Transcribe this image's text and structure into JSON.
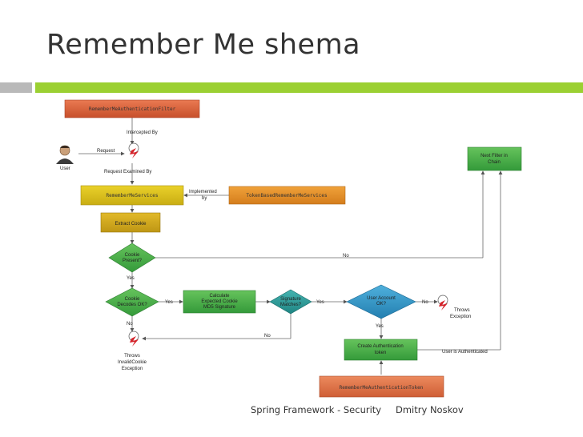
{
  "slide": {
    "title": "Remember Me shema",
    "footer_course": "Spring Framework - Security",
    "footer_author": "Dmitry Noskov"
  },
  "diagram": {
    "filter": "RememberMeAuthenticationFilter",
    "intercepted_by": "Intercepted By",
    "request": "Request",
    "user": "User",
    "request_examined_by": "Request Examined By",
    "services": "RememberMeServices",
    "implemented_1": "Implemented",
    "implemented_2": "by",
    "token_services": "TokenBasedRememberMeServices",
    "extract_cookie": "Extract Cookie",
    "cookie_present_1": "Cookie",
    "cookie_present_2": "Present?",
    "no_1": "No",
    "yes_1": "Yes",
    "cookie_decodes_1": "Cookie",
    "cookie_decodes_2": "Decodes OK?",
    "yes_2": "Yes",
    "calculate_1": "Calculate",
    "calculate_2": "Expected Cookie",
    "calculate_3": "MD5 Signature",
    "signature_1": "Signature",
    "signature_2": "Matches?",
    "yes_3": "Yes",
    "user_account_1": "User Account",
    "user_account_2": "OK?",
    "no_2": "No",
    "throws_exception_1": "Throws",
    "throws_exception_2": "Exception",
    "no_3": "No",
    "no_4": "No",
    "throws_invalid_1": "Throws",
    "throws_invalid_2": "InvalidCookie",
    "throws_invalid_3": "Exception",
    "yes_4": "Yes",
    "create_auth_1": "Create Authentication",
    "create_auth_2": "token",
    "user_authenticated": "User is Authenticated",
    "next_filter_1": "Next Filter in",
    "next_filter_2": "Chain",
    "auth_token": "RememberMeAuthenticationToken",
    "colors": {
      "filter": "#d9623b",
      "services": "#dcc21b",
      "token_services": "#e28f2a",
      "extract": "#d2a91c",
      "green": "#43b04a",
      "blue": "#2f97c8",
      "teal": "#2a9a9a",
      "next": "#2db24e"
    }
  }
}
